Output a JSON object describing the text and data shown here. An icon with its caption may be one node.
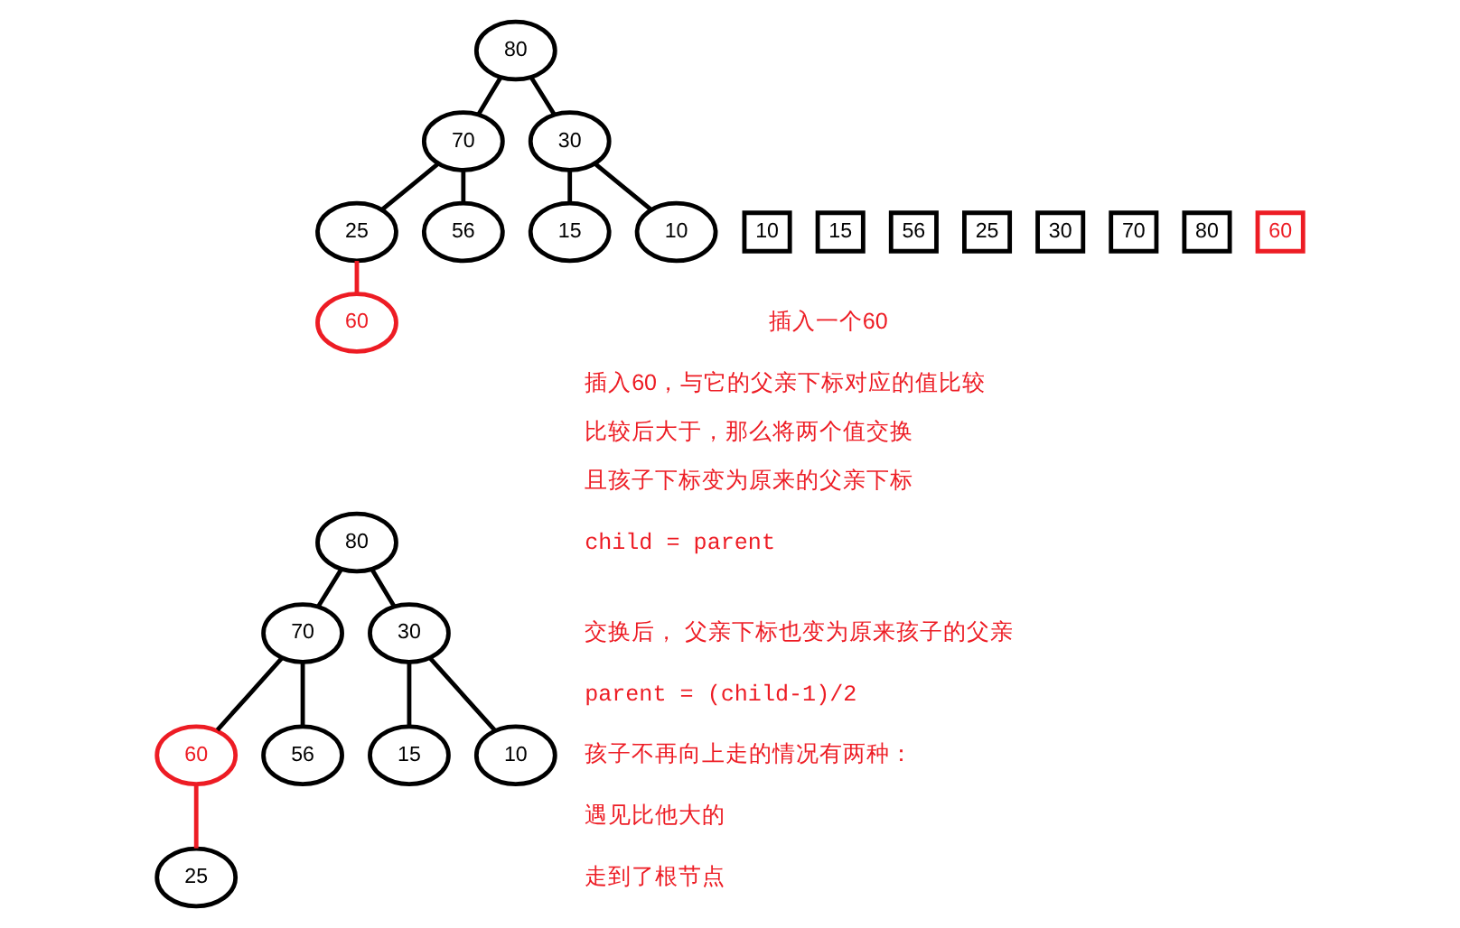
{
  "diagram": {
    "nodes": [
      {
        "text": [
          "80"
        ]
      },
      {
        "text": [
          "70"
        ]
      },
      {
        "text": [
          "30"
        ]
      },
      {
        "text": [
          "25"
        ]
      },
      {
        "text": [
          "56"
        ]
      },
      {
        "text": [
          "15"
        ]
      },
      {
        "text": [
          "10"
        ]
      },
      {
        "text": [
          "60"
        ]
      },
      {
        "text": [
          "10"
        ]
      },
      {
        "text": [
          "15"
        ]
      },
      {
        "text": [
          "56"
        ]
      },
      {
        "text": [
          "25"
        ]
      },
      {
        "text": [
          "30"
        ]
      },
      {
        "text": [
          "70"
        ]
      },
      {
        "text": [
          "80"
        ]
      },
      {
        "text": [
          "60"
        ]
      },
      {
        "text": [
          "80"
        ]
      },
      {
        "text": [
          "70"
        ]
      },
      {
        "text": [
          "30"
        ]
      },
      {
        "text": [
          "60"
        ]
      },
      {
        "text": [
          "56"
        ]
      },
      {
        "text": [
          "15"
        ]
      },
      {
        "text": [
          "10"
        ]
      },
      {
        "text": [
          "25"
        ]
      }
    ],
    "edges": [
      {
        "from": 0,
        "to": 1,
        "arrow": "none"
      },
      {
        "from": 0,
        "to": 2,
        "arrow": "none"
      },
      {
        "from": 1,
        "to": 3,
        "arrow": "none"
      },
      {
        "from": 1,
        "to": 4,
        "arrow": "none"
      },
      {
        "from": 2,
        "to": 5,
        "arrow": "none"
      },
      {
        "from": 2,
        "to": 6,
        "arrow": "none"
      },
      {
        "from": 3,
        "to": 7,
        "arrow": "none",
        "color": "#ed1c24"
      },
      {
        "from": 16,
        "to": 17,
        "arrow": "none"
      },
      {
        "from": 16,
        "to": 18,
        "arrow": "none"
      },
      {
        "from": 17,
        "to": 19,
        "arrow": "none"
      },
      {
        "from": 17,
        "to": 20,
        "arrow": "none"
      },
      {
        "from": 18,
        "to": 21,
        "arrow": "none"
      },
      {
        "from": 18,
        "to": 22,
        "arrow": "none"
      },
      {
        "from": 19,
        "to": 23,
        "arrow": "none",
        "color": "#ed1c24"
      }
    ],
    "labels": [
      "插入一个60",
      "插入60，与它的父亲下标对应的值比较",
      "比较后大于，那么将两个值交换",
      "且孩子下标变为原来的父亲下标",
      "child = parent",
      "交换后， 父亲下标也变为原来孩子的父亲",
      "parent = (child-1)/2",
      "孩子不再向上走的情况有两种：",
      "遇见比他大的",
      "走到了根节点"
    ]
  }
}
